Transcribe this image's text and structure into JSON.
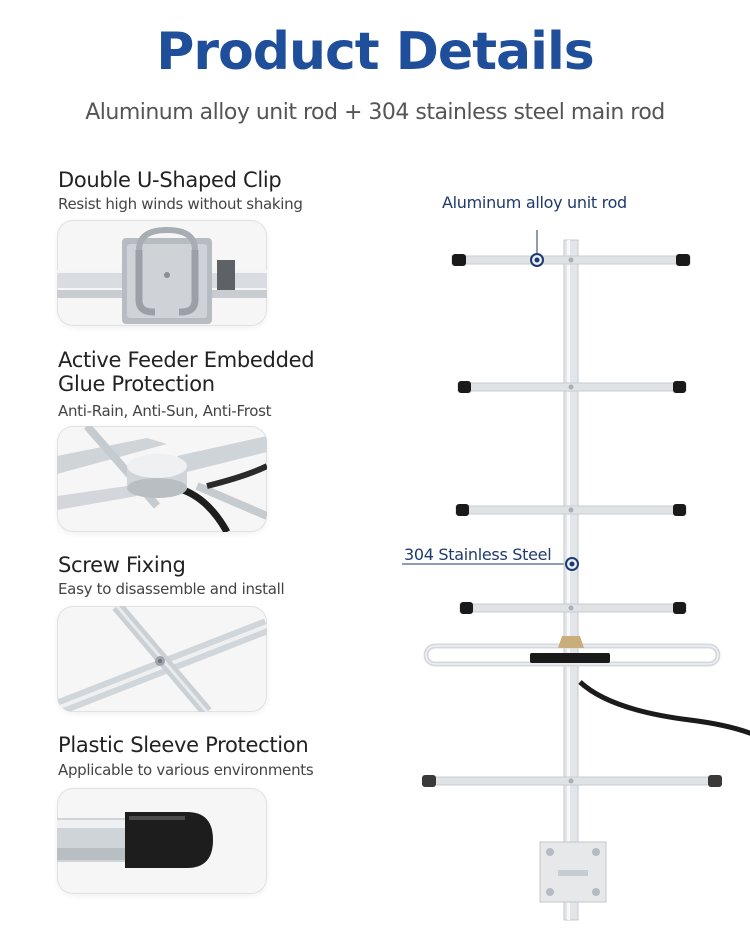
{
  "header": {
    "title": "Product Details",
    "subtitle": "Aluminum alloy unit rod + 304 stainless steel main rod"
  },
  "features": [
    {
      "title": "Double U-Shaped Clip",
      "description": "Resist high winds without shaking"
    },
    {
      "title_line1": "Active Feeder Embedded",
      "title_line2": "Glue Protection",
      "description": "Anti-Rain, Anti-Sun, Anti-Frost"
    },
    {
      "title": "Screw Fixing",
      "description": "Easy to disassemble and install"
    },
    {
      "title": "Plastic Sleeve Protection",
      "description": "Applicable to various environments"
    }
  ],
  "callouts": {
    "unit_rod": "Aluminum alloy unit rod",
    "main_rod": "304 Stainless Steel"
  },
  "colors": {
    "title": "#1f4f9a",
    "callout_dot": "#1f3a6e"
  }
}
